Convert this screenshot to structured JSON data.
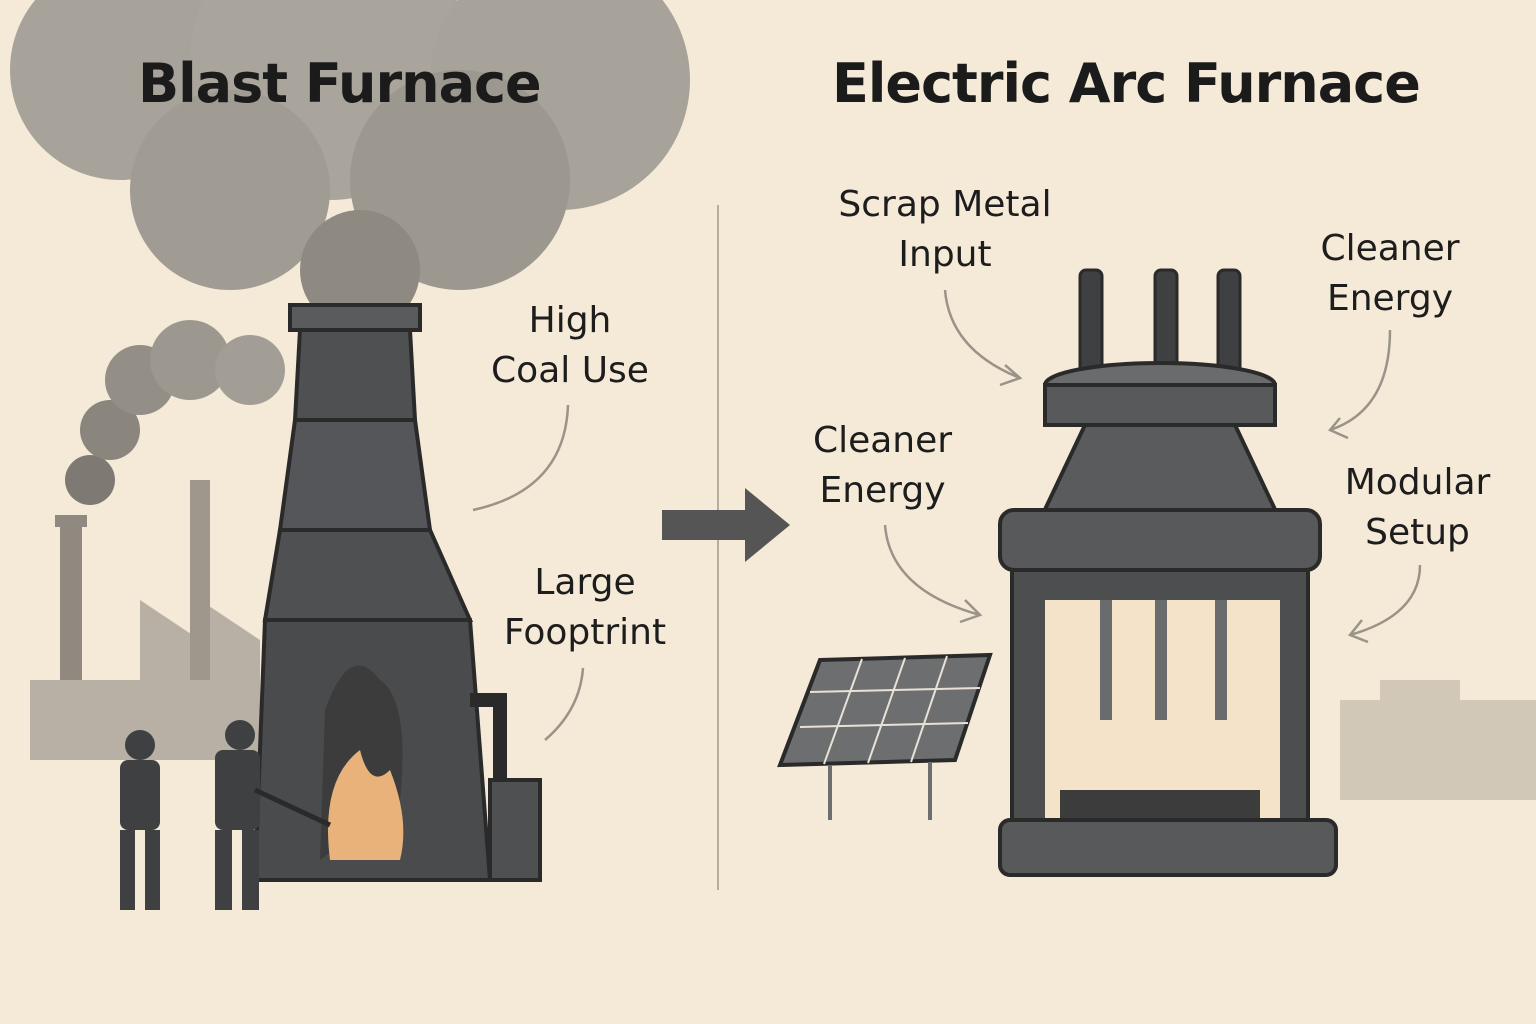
{
  "left_panel": {
    "title": "Blast Furnace",
    "labels": [
      {
        "lines": [
          "High",
          "Coal Use"
        ]
      },
      {
        "lines": [
          "Large",
          "Fooptrint"
        ]
      }
    ]
  },
  "right_panel": {
    "title": "Electric Arc Furnace",
    "labels": [
      {
        "lines": [
          "Scrap Metal",
          "Input"
        ]
      },
      {
        "lines": [
          "Cleaner",
          "Energy"
        ]
      },
      {
        "lines": [
          "Cleaner",
          "Energy"
        ]
      },
      {
        "lines": [
          "Modular",
          "Setup"
        ]
      }
    ]
  },
  "colors": {
    "background": "#f5ead8",
    "smoke": "#a8a39a",
    "smoke_dark": "#7e7a73",
    "furnace": "#4f5052",
    "furnace_light": "#6a6b6d",
    "outline": "#2a2a2a",
    "flame": "#e8b27a",
    "glow": "#f4e3c8",
    "arrow": "#555555",
    "leader_line": "#9a9388",
    "divider": "#b7ad9f",
    "background_buildings": "#b8b0a4"
  }
}
